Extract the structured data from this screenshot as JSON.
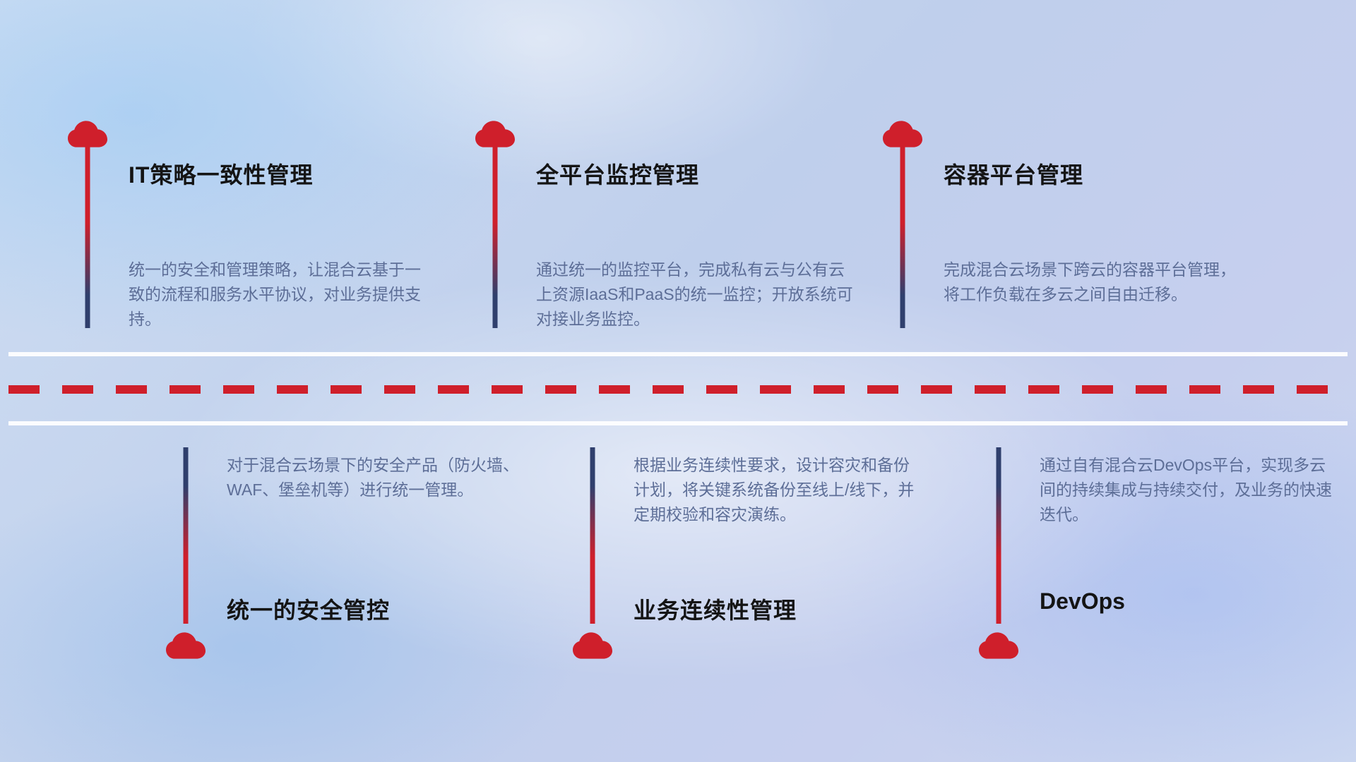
{
  "colors": {
    "red": "#cf1f2b",
    "navy": "#2f3f6d",
    "title": "#141414",
    "desc": "#5d6e97"
  },
  "diagram": {
    "top_items": [
      {
        "title": "IT策略一致性管理",
        "description": "统一的安全和管理策略，让混合云基于一致的流程和服务水平协议，对业务提供支持。"
      },
      {
        "title": "全平台监控管理",
        "description": "通过统一的监控平台，完成私有云与公有云上资源IaaS和PaaS的统一监控；开放系统可对接业务监控。"
      },
      {
        "title": "容器平台管理",
        "description": "完成混合云场景下跨云的容器平台管理，将工作负载在多云之间自由迁移。"
      }
    ],
    "bottom_items": [
      {
        "title": "统一的安全管控",
        "description": "对于混合云场景下的安全产品（防火墙、WAF、堡垒机等）进行统一管理。"
      },
      {
        "title": "业务连续性管理",
        "description": "根据业务连续性要求，设计容灾和备份计划，将关键系统备份至线上/线下，并定期校验和容灾演练。"
      },
      {
        "title": "DevOps",
        "description": "通过自有混合云DevOps平台，实现多云间的持续集成与持续交付，及业务的快速迭代。"
      }
    ]
  }
}
